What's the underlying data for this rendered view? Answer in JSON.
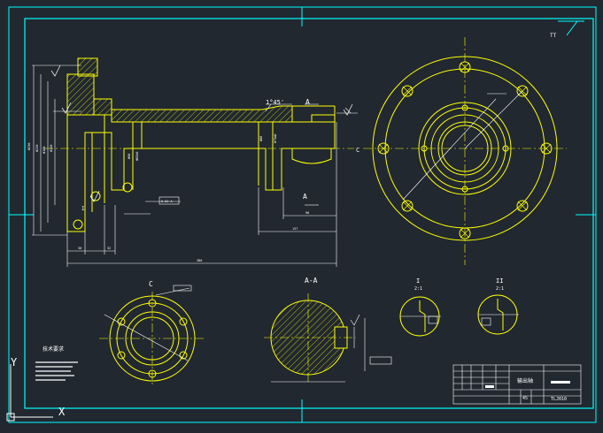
{
  "colors": {
    "background": "#212830",
    "frame": "#00ffff",
    "geometry": "#ffff00",
    "text": "#ffffff",
    "accent": "#00ffff"
  },
  "sheet": {
    "corner_code": "TT"
  },
  "views": {
    "main": {
      "section_label_a": "A",
      "section_label_a_lower": "A",
      "section_label_c": "C",
      "taper_angle": "1°45'",
      "detail_label": "I"
    },
    "section_c": {
      "title": "C"
    },
    "section_aa": {
      "title": "A-A"
    },
    "detail_1": {
      "title": "I",
      "scale": "2:1"
    },
    "detail_2": {
      "title": "II",
      "scale": "2:1"
    }
  },
  "ucs": {
    "y_label": "Y",
    "x_label": "X"
  },
  "notes": {
    "heading": "技术要求"
  },
  "title_block": {
    "part_name": "输出轴",
    "drawing_no": "TLJ010",
    "material": "45"
  }
}
